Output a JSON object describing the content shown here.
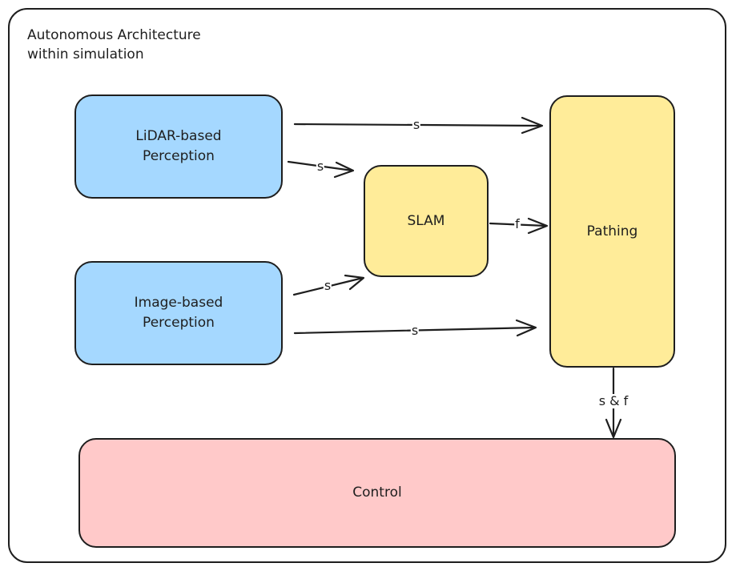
{
  "diagram": {
    "title": "Autonomous Architecture\nwithin simulation",
    "nodes": {
      "lidar": "LiDAR-based\nPerception",
      "image": "Image-based\nPerception",
      "slam": "SLAM",
      "pathing": "Pathing",
      "control": "Control"
    },
    "edges": {
      "lidar_to_pathing": "s",
      "lidar_to_slam": "s",
      "image_to_slam": "s",
      "image_to_pathing": "s",
      "slam_to_pathing": "f",
      "pathing_to_control": "s & f"
    }
  }
}
